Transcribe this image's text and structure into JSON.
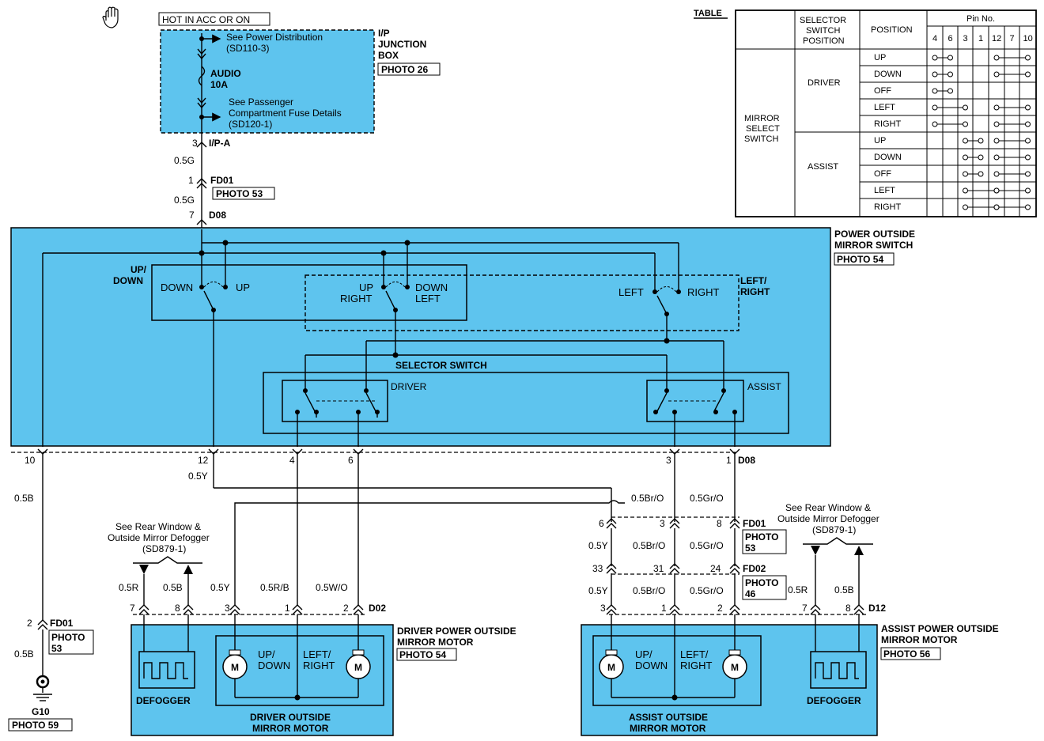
{
  "hand_icon": "hand-icon",
  "fuse_box": {
    "hot_label": "HOT IN ACC OR ON",
    "ref1_a": "See Power Distribution",
    "ref1_b": "(SD110-3)",
    "fuse_name": "AUDIO",
    "fuse_amp": "10A",
    "ref2_a": "See Passenger",
    "ref2_b": "Compartment Fuse Details",
    "ref2_c": "(SD120-1)",
    "title_a": "I/P",
    "title_b": "JUNCTION",
    "title_c": "BOX",
    "photo": "PHOTO 26"
  },
  "upper_connectors": {
    "pin_ipa": "3",
    "ipa": "I/P-A",
    "wire1": "0.5G",
    "pin_fd01": "1",
    "fd01": "FD01",
    "photo53": "PHOTO 53",
    "wire2": "0.5G",
    "pin_d08": "7",
    "d08": "D08"
  },
  "switch": {
    "title_a": "POWER OUTSIDE",
    "title_b": "MIRROR SWITCH",
    "photo": "PHOTO 54",
    "updown_a": "UP/",
    "updown_b": "DOWN",
    "down": "DOWN",
    "up": "UP",
    "up2": "UP",
    "right2": "RIGHT",
    "down2": "DOWN",
    "left2": "LEFT",
    "left": "LEFT",
    "right": "RIGHT",
    "lr_a": "LEFT/",
    "lr_b": "RIGHT",
    "selector": "SELECTOR SWITCH",
    "driver": "DRIVER",
    "assist": "ASSIST"
  },
  "switch_pins": {
    "p10": "10",
    "p12": "12",
    "p4": "4",
    "p6": "6",
    "p3": "3",
    "p1": "1",
    "conn": "D08"
  },
  "wires": {
    "w10": "0.5B",
    "w12": "0.5Y",
    "w3": "0.5Br/O",
    "w1": "0.5Gr/O"
  },
  "fd01_lower": {
    "pin_a": "6",
    "pin_b": "3",
    "pin_c": "8",
    "conn": "FD01",
    "photo_a": "PHOTO",
    "photo_b": "53",
    "wa": "0.5Y",
    "wb": "0.5Br/O",
    "wc": "0.5Gr/O"
  },
  "fd02": {
    "pin_a": "33",
    "pin_b": "31",
    "pin_c": "24",
    "conn": "FD02",
    "photo_a": "PHOTO",
    "photo_b": "46",
    "wa": "0.5Y",
    "wb": "0.5Br/O",
    "wc": "0.5Gr/O"
  },
  "ground": {
    "pin": "2",
    "conn": "FD01",
    "photo_a": "PHOTO",
    "photo_b": "53",
    "wire": "0.5B",
    "name": "G10",
    "photo": "PHOTO 59"
  },
  "driver_motor": {
    "ref_a": "See  Rear Window &",
    "ref_b": "Outside Mirror Defogger",
    "ref_c": "(SD879-1)",
    "w7": "0.5R",
    "w8": "0.5B",
    "w3": "0.5Y",
    "w1": "0.5R/B",
    "w2": "0.5W/O",
    "p7": "7",
    "p8": "8",
    "p3": "3",
    "p1": "1",
    "p2": "2",
    "conn": "D02",
    "title_a": "DRIVER POWER OUTSIDE",
    "title_b": "MIRROR MOTOR",
    "photo": "PHOTO 54",
    "defogger": "DEFOGGER",
    "ud_a": "UP/",
    "ud_b": "DOWN",
    "lr_a": "LEFT/",
    "lr_b": "RIGHT",
    "motor": "M",
    "sub_a": "DRIVER OUTSIDE",
    "sub_b": "MIRROR MOTOR"
  },
  "assist_motor": {
    "ref_a": "See  Rear Window &",
    "ref_b": "Outside Mirror Defogger",
    "ref_c": "(SD879-1)",
    "w3": "0.5Y",
    "w1": "0.5Br/O",
    "w2": "0.5Gr/O",
    "w7": "0.5R",
    "w8": "0.5B",
    "p3": "3",
    "p1": "1",
    "p2": "2",
    "p7": "7",
    "p8": "8",
    "conn": "D12",
    "title_a": "ASSIST POWER OUTSIDE",
    "title_b": "MIRROR  MOTOR",
    "photo": "PHOTO 56",
    "defogger": "DEFOGGER",
    "ud_a": "UP/",
    "ud_b": "DOWN",
    "lr_a": "LEFT/",
    "lr_b": "RIGHT",
    "motor": "M",
    "sub_a": "ASSIST OUTSIDE",
    "sub_b": "MIRROR MOTOR"
  },
  "table": {
    "caption": "TABLE",
    "h_sel_a": "SELECTOR",
    "h_sel_b": "SWITCH",
    "h_sel_c": "POSITION",
    "h_pos": "POSITION",
    "h_pin": "Pin No.",
    "pins": [
      "4",
      "6",
      "3",
      "1",
      "12",
      "7",
      "10"
    ],
    "mirror_a": "MIRROR",
    "mirror_b": "SELECT",
    "mirror_c": "SWITCH",
    "driver": "DRIVER",
    "assist": "ASSIST",
    "positions": [
      "UP",
      "DOWN",
      "OFF",
      "LEFT",
      "RIGHT",
      "UP",
      "DOWN",
      "OFF",
      "LEFT",
      "RIGHT"
    ]
  }
}
